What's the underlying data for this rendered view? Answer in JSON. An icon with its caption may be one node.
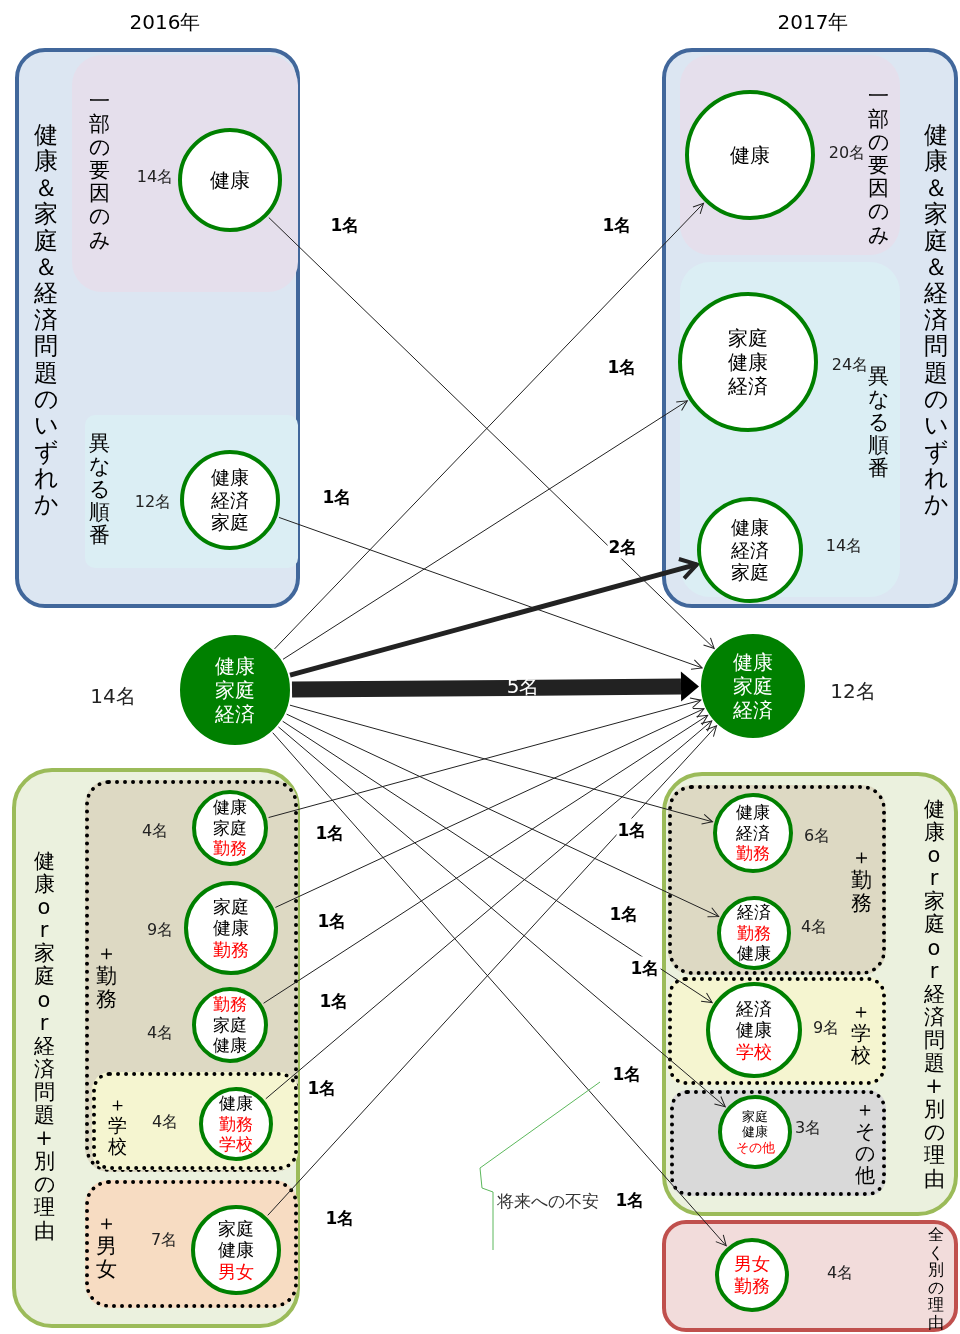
{
  "diagram": {
    "nodes": [
      {
        "text": [
          "健康＆家庭＆経済問題のいずれか"
        ]
      },
      {
        "text": [
          "一部の要因のみ"
        ],
        "in": 0
      },
      {
        "text": [
          "健康"
        ],
        "in": 1,
        "beside": [
          "14名"
        ]
      },
      {
        "text": [
          "異なる順番"
        ],
        "in": 0
      },
      {
        "text": [
          "健康",
          "経済",
          "家庭"
        ],
        "in": 3,
        "beside": [
          "12名"
        ]
      },
      {
        "text": [
          "健康＆家庭＆経済問題のいずれか"
        ]
      },
      {
        "text": [
          "一部の要因のみ"
        ],
        "in": 5
      },
      {
        "text": [
          "健康"
        ],
        "in": 6,
        "beside": [
          "20名"
        ]
      },
      {
        "text": [
          "異なる順番"
        ],
        "in": 5
      },
      {
        "text": [
          "家庭",
          "健康",
          "経済"
        ],
        "in": 8,
        "beside": [
          "24名"
        ]
      },
      {
        "text": [
          "健康",
          "経済",
          "家庭"
        ],
        "in": 8,
        "beside": [
          "14名"
        ]
      },
      {
        "text": [
          "健康",
          "家庭",
          "経済"
        ],
        "beside": [
          "14名"
        ]
      },
      {
        "text": [
          "健康",
          "家庭",
          "経済"
        ],
        "beside": [
          "12名"
        ]
      },
      {
        "text": [
          "健康or家庭or経済問題+別の理由"
        ]
      },
      {
        "text": [
          "＋勤務"
        ],
        "in": 13
      },
      {
        "text": [
          "健康",
          "家庭",
          "勤務"
        ],
        "in": 14,
        "beside": [
          "4名"
        ]
      },
      {
        "text": [
          "家庭",
          "健康",
          "勤務"
        ],
        "in": 14,
        "beside": [
          "9名"
        ]
      },
      {
        "text": [
          "勤務",
          "家庭",
          "健康"
        ],
        "in": 14,
        "beside": [
          "4名"
        ]
      },
      {
        "text": [
          "＋学校"
        ],
        "in": 14
      },
      {
        "text": [
          "健康",
          "勤務",
          "学校"
        ],
        "in": 18,
        "beside": [
          "4名"
        ]
      },
      {
        "text": [
          "＋男女"
        ],
        "in": 13
      },
      {
        "text": [
          "家庭",
          "健康",
          "男女"
        ],
        "in": 20,
        "beside": [
          "7名"
        ]
      },
      {
        "text": [
          "健康or家庭or経済問題+別の理由"
        ]
      },
      {
        "text": [
          "＋勤務"
        ],
        "in": 22
      },
      {
        "text": [
          "健康",
          "経済",
          "勤務"
        ],
        "in": 23,
        "beside": [
          "6名"
        ]
      },
      {
        "text": [
          "経済",
          "勤務",
          "健康"
        ],
        "in": 23,
        "beside": [
          "4名"
        ]
      },
      {
        "text": [
          "＋学校"
        ],
        "in": 22
      },
      {
        "text": [
          "経済",
          "健康",
          "学校"
        ],
        "in": 26,
        "beside": [
          "9名"
        ]
      },
      {
        "text": [
          "＋その他"
        ],
        "in": 22
      },
      {
        "text": [
          "家庭",
          "健康",
          "その他"
        ],
        "in": 28,
        "beside": [
          "3名"
        ]
      },
      {
        "text": [
          "全く別の理由"
        ]
      },
      {
        "text": [
          "男女",
          "勤務"
        ],
        "in": 30,
        "beside": [
          "4名"
        ]
      },
      {
        "text": [
          "将来への不安"
        ]
      }
    ],
    "edges": [
      {
        "from": 2,
        "to": 12,
        "arrow": "to",
        "label": "1名"
      },
      {
        "from": 4,
        "to": 12,
        "arrow": "to",
        "label": "1名"
      },
      {
        "from": 11,
        "to": 7,
        "arrow": "to",
        "label": "1名"
      },
      {
        "from": 11,
        "to": 9,
        "arrow": "to",
        "label": "1名"
      },
      {
        "from": 11,
        "to": 10,
        "arrow": "to",
        "label": "2名",
        "style": "thick"
      },
      {
        "from": 11,
        "to": 12,
        "arrow": "to",
        "label": "5名",
        "style": "thick"
      },
      {
        "from": 15,
        "to": 12,
        "arrow": "to",
        "label": "1名"
      },
      {
        "from": 16,
        "to": 12,
        "arrow": "to",
        "label": "1名"
      },
      {
        "from": 17,
        "to": 12,
        "arrow": "to",
        "label": "1名"
      },
      {
        "from": 19,
        "to": 12,
        "arrow": "to",
        "label": "1名"
      },
      {
        "from": 21,
        "to": 12,
        "arrow": "to",
        "label": "1名"
      },
      {
        "from": 11,
        "to": 24,
        "arrow": "to",
        "label": "1名"
      },
      {
        "from": 11,
        "to": 25,
        "arrow": "to",
        "label": "1名"
      },
      {
        "from": 11,
        "to": 27,
        "arrow": "to",
        "label": "1名"
      },
      {
        "from": 11,
        "to": 29,
        "arrow": "to",
        "label": "1名"
      },
      {
        "from": 11,
        "to": 31,
        "arrow": "to",
        "label": "1名"
      },
      {
        "from": 32,
        "to": null,
        "arrow": "none",
        "color": "#5cb85c"
      }
    ],
    "labels": [
      "2016年",
      "2017年"
    ]
  }
}
